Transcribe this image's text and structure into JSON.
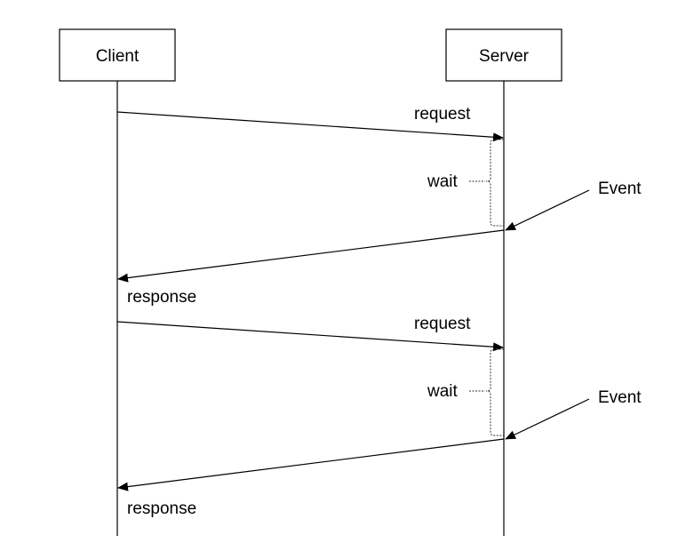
{
  "participants": {
    "client": "Client",
    "server": "Server"
  },
  "messages": {
    "request_1": "request",
    "response_1": "response",
    "request_2": "request",
    "response_2": "response"
  },
  "waits": {
    "wait_1": "wait",
    "wait_2": "wait"
  },
  "events": {
    "event_1": "Event",
    "event_2": "Event"
  },
  "colors": {
    "line": "#000000",
    "brace": "#333333",
    "background": "#ffffff"
  }
}
